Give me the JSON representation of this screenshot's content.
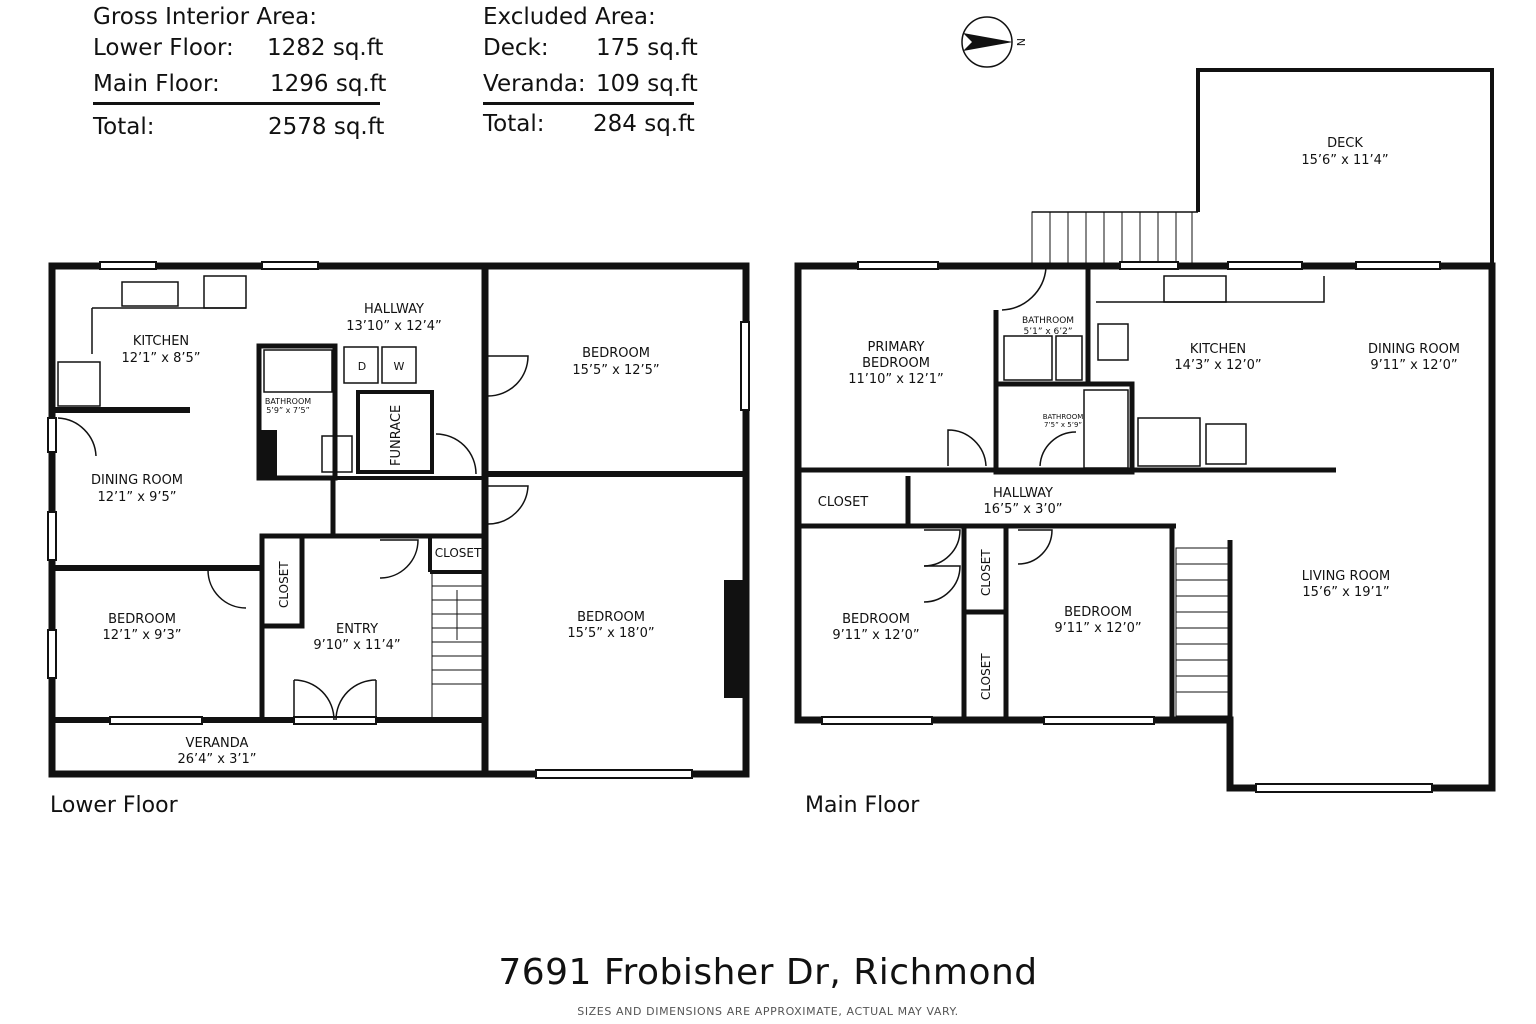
{
  "gross": {
    "heading": "Gross Interior Area:",
    "rows": [
      {
        "label": "Lower Floor:",
        "value": "1282 sq.ft"
      },
      {
        "label": "Main Floor:",
        "value": "1296 sq.ft"
      }
    ],
    "total_label": "Total:",
    "total_value": "2578 sq.ft"
  },
  "excluded": {
    "heading": "Excluded Area:",
    "rows": [
      {
        "label": "Deck:",
        "value": "175 sq.ft"
      },
      {
        "label": "Veranda:",
        "value": "109 sq.ft"
      }
    ],
    "total_label": "Total:",
    "total_value": "284 sq.ft"
  },
  "compass": {
    "label": "N",
    "icon": "compass-arrow"
  },
  "lower_floor": {
    "title": "Lower Floor",
    "rooms": {
      "kitchen": {
        "name": "KITCHEN",
        "dim": "12’1” x 8’5”"
      },
      "hallway": {
        "name": "HALLWAY",
        "dim": "13’10” x 12’4”"
      },
      "bedroom_ne": {
        "name": "BEDROOM",
        "dim": "15’5” x 12’5”"
      },
      "dining": {
        "name": "DINING ROOM",
        "dim": "12’1” x 9’5”"
      },
      "bathroom": {
        "name": "BATHROOM",
        "dim": "5’9” x 7’5”"
      },
      "funrace": {
        "name": "FUNRACE"
      },
      "closet_stair": {
        "name": "CLOSET"
      },
      "closet_entry": {
        "name": "CLOSET"
      },
      "entry": {
        "name": "ENTRY",
        "dim": "9’10” x 11’4”"
      },
      "bedroom_sw": {
        "name": "BEDROOM",
        "dim": "12’1” x 9’3”"
      },
      "bedroom_se": {
        "name": "BEDROOM",
        "dim": "15’5” x 18’0”"
      },
      "veranda": {
        "name": "VERANDA",
        "dim": "26’4” x 3’1”"
      },
      "dryer": "D",
      "washer": "W"
    }
  },
  "main_floor": {
    "title": "Main Floor",
    "rooms": {
      "deck": {
        "name": "DECK",
        "dim": "15’6” x 11’4”"
      },
      "primary_bedroom": {
        "name1": "PRIMARY",
        "name2": "BEDROOM",
        "dim": "11’10” x 12’1”"
      },
      "bathroom_1": {
        "name": "BATHROOM",
        "dim": "5’1” x 6’2”"
      },
      "bathroom_2": {
        "name": "BATHROOM",
        "dim": "7’5” x 5’9”"
      },
      "kitchen": {
        "name": "KITCHEN",
        "dim": "14’3” x 12’0”"
      },
      "dining": {
        "name": "DINING ROOM",
        "dim": "9’11” x 12’0”"
      },
      "closet_main": {
        "name": "CLOSET"
      },
      "hallway": {
        "name": "HALLWAY",
        "dim": "16’5” x 3’0”"
      },
      "closet_a": {
        "name": "CLOSET"
      },
      "closet_b": {
        "name": "CLOSET"
      },
      "bedroom_w": {
        "name": "BEDROOM",
        "dim": "9’11” x 12’0”"
      },
      "bedroom_e": {
        "name": "BEDROOM",
        "dim": "9’11” x 12’0”"
      },
      "living": {
        "name": "LIVING ROOM",
        "dim": "15’6” x 19’1”"
      }
    }
  },
  "address": "7691 Frobisher Dr, Richmond",
  "disclaimer": "SIZES AND DIMENSIONS ARE APPROXIMATE, ACTUAL MAY VARY."
}
